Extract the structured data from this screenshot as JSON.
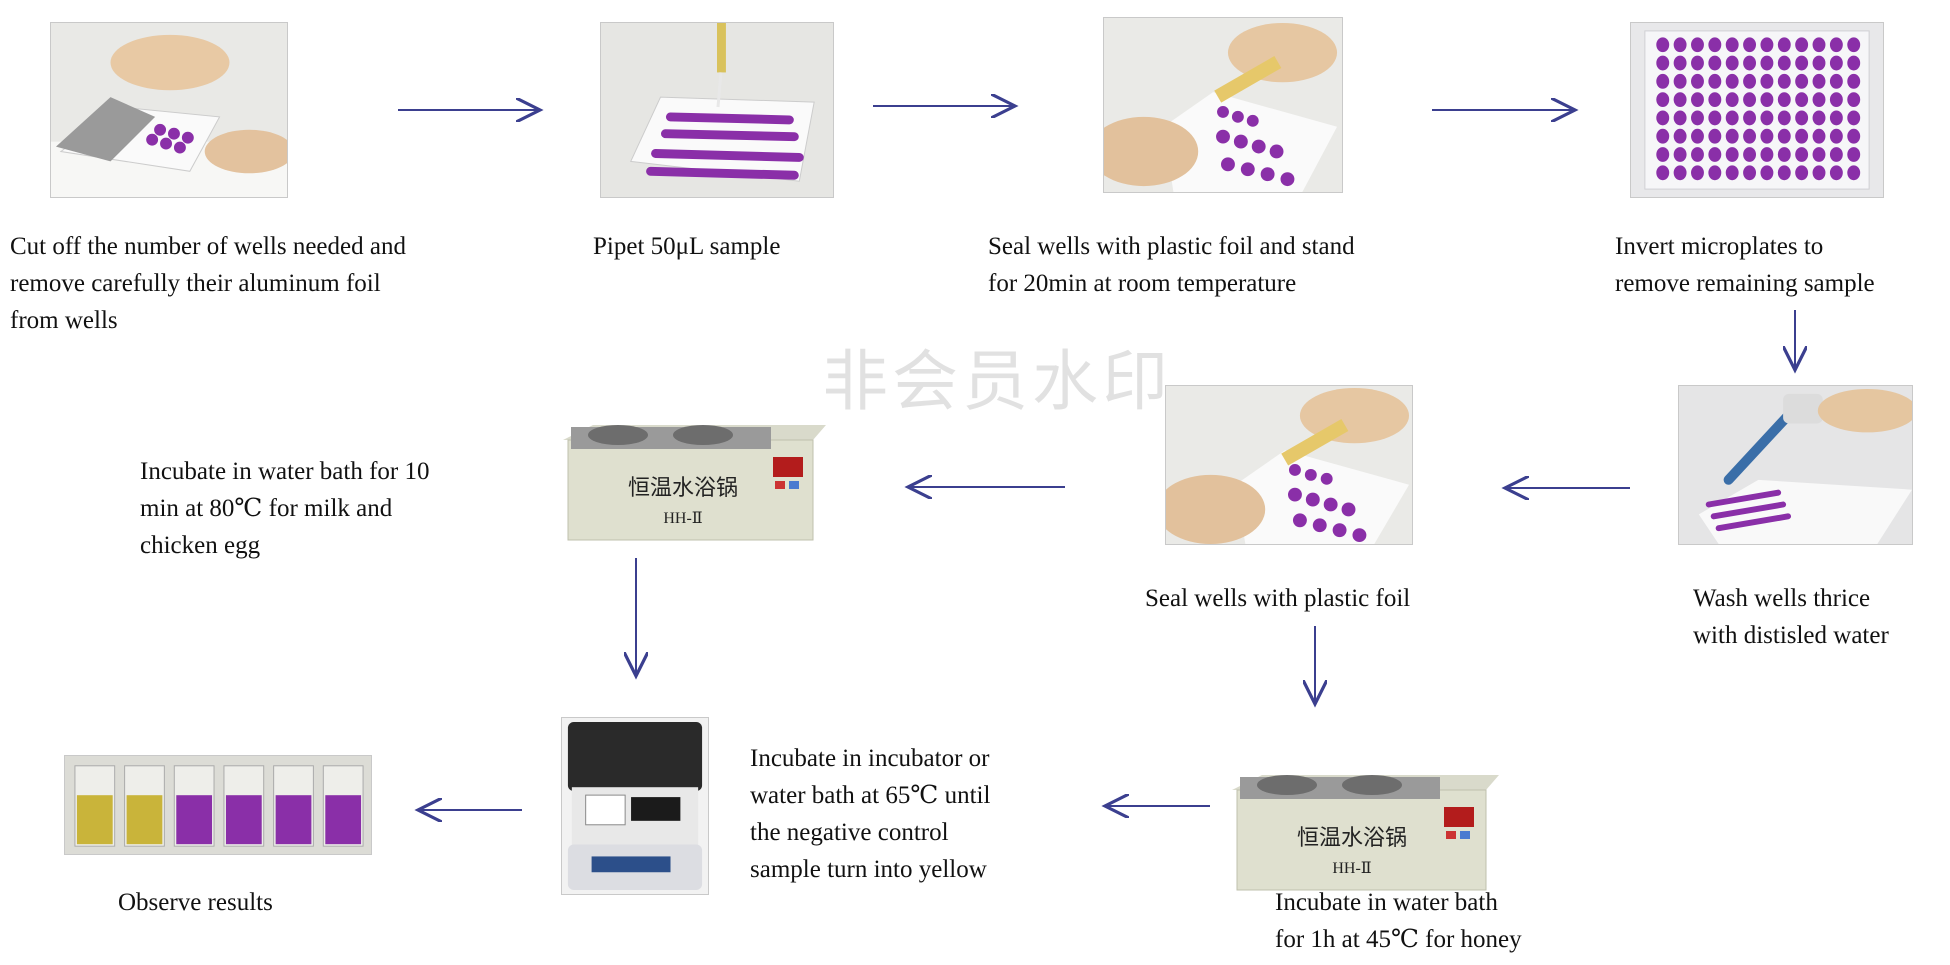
{
  "watermark": "非会员水印",
  "steps": [
    {
      "lines": [
        "Cut off the number of wells needed and",
        "remove carefully their aluminum foil",
        "from wells"
      ]
    },
    {
      "lines": [
        "Pipet 50μL sample"
      ]
    },
    {
      "lines": [
        "Seal wells with  plastic foil and stand",
        "for 20min at room temperature"
      ]
    },
    {
      "lines": [
        "Invert microplates to",
        "remove remaining sample"
      ]
    },
    {
      "lines": [
        "Wash wells thrice",
        "with distisled water"
      ]
    },
    {
      "lines": [
        "Seal wells with  plastic foil"
      ]
    },
    {
      "lines": [
        "Incubate in water bath for 10",
        "min at 80℃ for milk and",
        "chicken egg"
      ]
    },
    {
      "lines": [
        "Incubate in water bath",
        "for 1h at 45℃ for honey"
      ]
    },
    {
      "lines": [
        "Incubate in incubator or",
        "water bath at 65℃ until",
        "the negative control",
        "sample  turn into yellow"
      ]
    },
    {
      "lines": [
        "Observe results"
      ]
    }
  ],
  "bath_label": {
    "line1": "恒温水浴锅",
    "line2": "HH-Ⅱ"
  },
  "colors": {
    "arrow": "#3b3f8f",
    "purple": "#8a2fa8",
    "yellow": "#c9b43a",
    "page": "#ffffff"
  }
}
